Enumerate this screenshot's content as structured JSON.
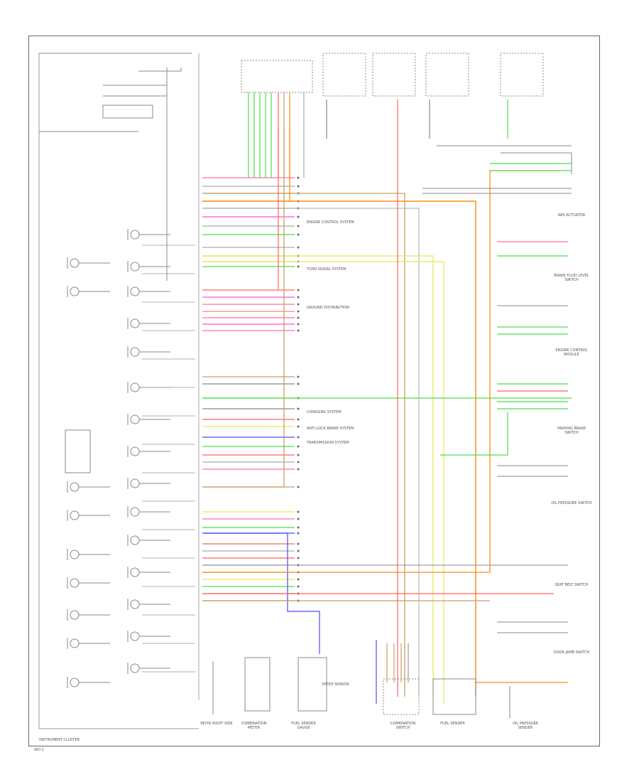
{
  "diagram": {
    "footer_left": "INSTRUMENT CLUSTER",
    "footer_code": "WD-1",
    "bottom_labels": [
      {
        "id": "b1",
        "text": "INSTR RIGHT SIDE"
      },
      {
        "id": "b2",
        "text": "COMBINATION METER"
      },
      {
        "id": "b3",
        "text": "FUEL SENDER GAUGE"
      },
      {
        "id": "b4",
        "text": "SPEED SENSOR"
      },
      {
        "id": "b5",
        "text": "COMBINATION SWITCH"
      },
      {
        "id": "b6",
        "text": "FUEL SENDER"
      },
      {
        "id": "b7",
        "text": "OIL PRESSURE SENDER"
      }
    ],
    "right_labels": [
      {
        "id": "r1",
        "text": "ABS ACTUATOR"
      },
      {
        "id": "r2",
        "text": "BRAKE FLUID LEVEL SWITCH"
      },
      {
        "id": "r3",
        "text": "ENGINE CONTROL MODULE"
      },
      {
        "id": "r4",
        "text": "PARKING BRAKE SWITCH"
      },
      {
        "id": "r5",
        "text": "OIL PRESSURE SWITCH"
      },
      {
        "id": "r6",
        "text": "SEAT BELT SWITCH"
      },
      {
        "id": "r7",
        "text": "DOOR JAMB SWITCH"
      }
    ],
    "mid_labels": [
      {
        "id": "m1",
        "text": "TURN SIGNAL SYSTEM"
      },
      {
        "id": "m2",
        "text": "ENGINE CONTROL SYSTEM"
      },
      {
        "id": "m3",
        "text": "TRANSMISSION SYSTEM"
      },
      {
        "id": "m4",
        "text": "GROUND DISTRIBUTION"
      },
      {
        "id": "m5",
        "text": "CHARGING SYSTEM"
      },
      {
        "id": "m6",
        "text": "ANTI-LOCK BRAKE SYSTEM"
      }
    ]
  }
}
